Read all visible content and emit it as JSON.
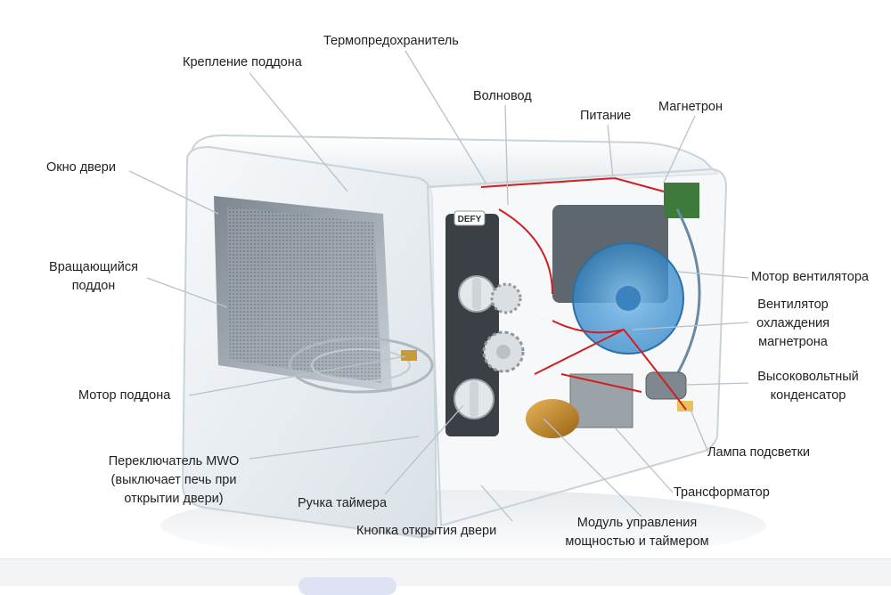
{
  "diagram": {
    "labels": {
      "thermal_fuse": "Термопредохранитель",
      "tray_mount": "Крепление поддона",
      "waveguide": "Волновод",
      "power": "Питание",
      "magnetron": "Магнетрон",
      "door_window": "Окно двери",
      "rotating_tray_1": "Вращающийся",
      "rotating_tray_2": "поддон",
      "fan_motor": "Мотор вентилятора",
      "cooling_fan_1": "Вентилятор",
      "cooling_fan_2": "охлаждения",
      "cooling_fan_3": "магнетрона",
      "hv_capacitor_1": "Высоковольтный",
      "hv_capacitor_2": "конденсатор",
      "tray_motor": "Мотор поддона",
      "lamp": "Лампа подсветки",
      "mwo_switch_1": "Переключатель MWO",
      "mwo_switch_2": "(выключает печь при",
      "mwo_switch_3": "открытии двери)",
      "transformer": "Трансформатор",
      "timer_knob": "Ручка таймера",
      "control_module_1": "Модуль управления",
      "control_module_2": "мощностью и таймером",
      "door_button": "Кнопка открытия двери",
      "brand": "DEFY"
    },
    "colors": {
      "body": "#e9eef2",
      "glass_edge": "#c9d3da",
      "wire_red": "#d11f1f",
      "fan_blue": "#4a9bd6",
      "transformer_gold": "#c58a2a",
      "leader": "#b8c2c9"
    }
  }
}
